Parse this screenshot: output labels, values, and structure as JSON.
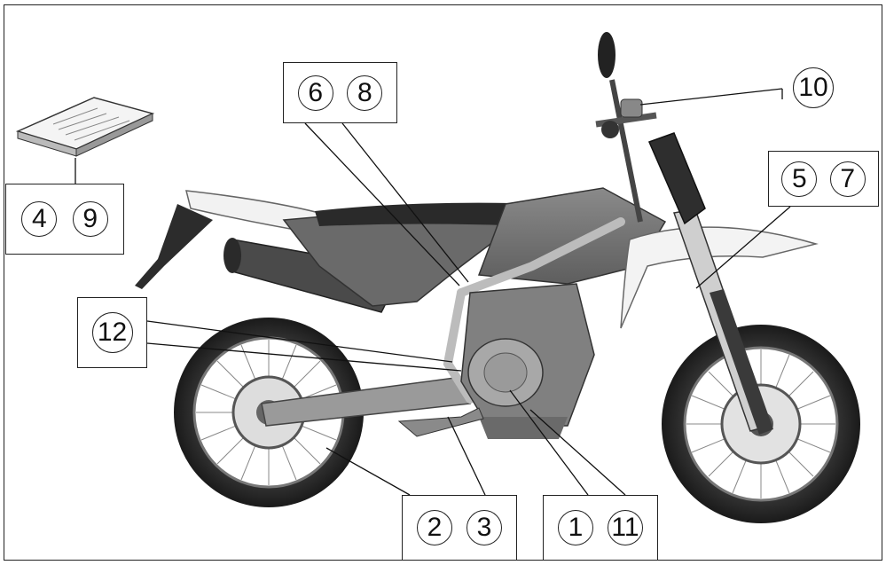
{
  "diagram": {
    "callouts": [
      {
        "id": "c-4-9",
        "numbers": [
          "4",
          "9"
        ],
        "points_to": "manual"
      },
      {
        "id": "c-6-8",
        "numbers": [
          "6",
          "8"
        ],
        "points_to": "frame"
      },
      {
        "id": "c-10",
        "numbers": [
          "10"
        ],
        "points_to": "handlebar"
      },
      {
        "id": "c-5-7",
        "numbers": [
          "5",
          "7"
        ],
        "points_to": "front-fork"
      },
      {
        "id": "c-12",
        "numbers": [
          "12"
        ],
        "points_to": "engine-left"
      },
      {
        "id": "c-2-3",
        "numbers": [
          "2",
          "3"
        ],
        "points_to": "rear-wheel"
      },
      {
        "id": "c-1-11",
        "numbers": [
          "1",
          "11"
        ],
        "points_to": "engine-case"
      }
    ]
  }
}
